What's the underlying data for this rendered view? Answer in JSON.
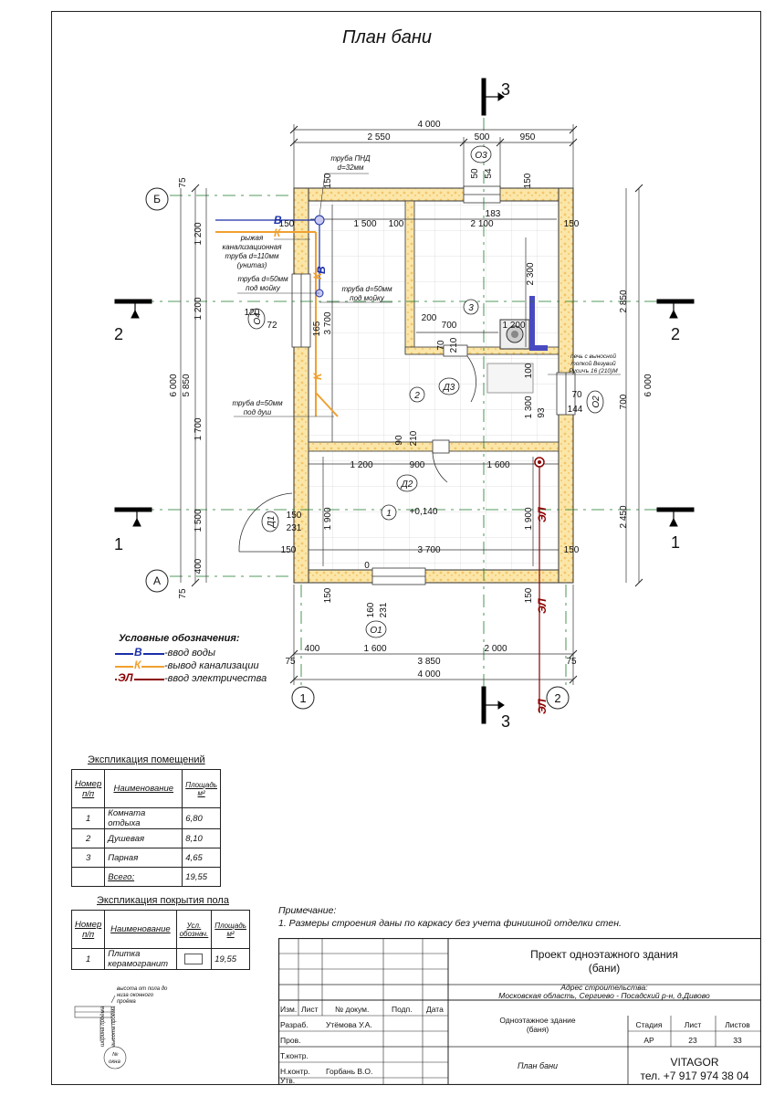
{
  "title": "План бани",
  "dims": {
    "top_total": "4 000",
    "top_parts": [
      "2 550",
      "500",
      "950"
    ],
    "bottom_parts": [
      "400",
      "1 600",
      "3 850",
      "2 000"
    ],
    "bottom_75_left": "75",
    "bottom_75_right": "75",
    "bottom_total": "4 000",
    "left_total": "6 000",
    "left_inner": "5 850",
    "left_parts": [
      "1 200",
      "1 200",
      "1 700",
      "1 500",
      "400"
    ],
    "left_75_top": "75",
    "left_75_bottom": "75",
    "right_total": "6 000",
    "right_parts": [
      "2 850",
      "700",
      "2 450"
    ],
    "window_o3": [
      "50",
      "54",
      "150"
    ],
    "top_room": [
      "150",
      "1 500",
      "100",
      "2 100",
      "150"
    ],
    "o3_183": "183",
    "steam_2300": "2 300",
    "steam_1200": "1 200",
    "steam_700": "700",
    "steam_200": "200",
    "d3_70": "70",
    "d3_210": "210",
    "val_100": "100",
    "val_1300": "1 300",
    "val_93": "93",
    "o2_70": "70",
    "o2_144": "144",
    "o4_120": "120",
    "o4_72": "72",
    "val_165": "165",
    "val_3700": "3 700",
    "d2_90": "90",
    "d2_210": "210",
    "mid_row": [
      "1 200",
      "900",
      "1 600"
    ],
    "d1_150": "150",
    "d1_231": "231",
    "rest_1900_l": "1 900",
    "rest_1900_r": "1 900",
    "bottom_row": [
      "150",
      "3 700",
      "150"
    ],
    "zero": "0",
    "o1_150_l": "150",
    "o1_160": "160",
    "o1_231": "231",
    "o1_150_r": "150",
    "level": "+0,140"
  },
  "labels": {
    "axis_b": "Б",
    "axis_a": "А",
    "axis_1": "1",
    "axis_2": "2",
    "sect_3_top": "3",
    "sect_3_bottom": "3",
    "sect_2_left": "2",
    "sect_2_right": "2",
    "sect_1_left": "1",
    "sect_1_right": "1",
    "room1": "1",
    "room2": "2",
    "room3": "3",
    "o1": "О1",
    "o2": "О2",
    "o3": "О3",
    "o4": "О4",
    "d1": "Д1",
    "d2": "Д2",
    "d3": "Д3",
    "v": "В",
    "k": "К",
    "el": "ЭЛ"
  },
  "annotations": {
    "pipe_pnd": [
      "труба ПНД",
      "d=32мм"
    ],
    "sewer": [
      "рыжая",
      "канализационная",
      "труба d=110мм",
      "(унитаз)"
    ],
    "sink_left": [
      "труба d=50мм",
      "под мойку"
    ],
    "sink_right": [
      "труба d=50мм",
      "под мойку"
    ],
    "shower": [
      "труба d=50мм",
      "под душ"
    ],
    "stove": [
      "печь с выносной",
      "топкой Везувий",
      "Русичъ 16 (210)М"
    ]
  },
  "legend": {
    "title": "Условные обозначения:",
    "items": [
      {
        "sym": "В",
        "text": "-ввод воды",
        "color": "#1a2fa8"
      },
      {
        "sym": "К",
        "text": "-вывод канализации",
        "color": "#f0a030"
      },
      {
        "sym": "ЭЛ",
        "text": "-ввод электричества",
        "color": "#8b0000"
      }
    ]
  },
  "rooms_table": {
    "caption": "Экспликация помещений",
    "headers": [
      "Номер п/п",
      "Наименование",
      "Площадь м²"
    ],
    "rows": [
      [
        "1",
        "Комната отдыха",
        "6,80"
      ],
      [
        "2",
        "Душевая",
        "8,10"
      ],
      [
        "3",
        "Парная",
        "4,65"
      ],
      [
        "",
        "Всего:",
        "19,55"
      ]
    ]
  },
  "floor_table": {
    "caption": "Экспликация покрытия пола",
    "headers": [
      "Номер п/п",
      "Наименование",
      "Усл. обознач.",
      "Площадь м²"
    ],
    "rows": [
      [
        "1",
        "Плитка керамогранит",
        "",
        "19,55"
      ]
    ]
  },
  "window_key": {
    "top": [
      "высота от пола до",
      "низа оконного",
      "проёма"
    ],
    "v1": "ширина проёма",
    "v2": "высота проёма",
    "circle": [
      "№",
      "окна"
    ]
  },
  "note": {
    "head": "Примечание:",
    "line1": "1. Размеры строения даны по каркасу без учета финишной отделки стен."
  },
  "stamp": {
    "project": [
      "Проект одноэтажного здания",
      "(бани)"
    ],
    "address": [
      "Адрес строительства:",
      "Московская область, Сергиево - Посадский р-н, д.Дивово"
    ],
    "cols": [
      "Изм.",
      "Лист",
      "№ докум.",
      "Подп.",
      "Дата"
    ],
    "roles": [
      "Разраб.",
      "Пров.",
      "Т.контр.",
      "",
      "Н.контр.",
      "Утв."
    ],
    "razrab": "Утёмова У.А.",
    "nkontr": "Горбань В.О.",
    "object": [
      "Одноэтажное здание",
      "(баня)"
    ],
    "stage_h": [
      "Стадия",
      "Лист",
      "Листов"
    ],
    "stage_v": [
      "АР",
      "23",
      "33"
    ],
    "sheet_name": "План бани",
    "company": "VITAGOR",
    "phone": "тел. +7 917 974 38 04"
  }
}
